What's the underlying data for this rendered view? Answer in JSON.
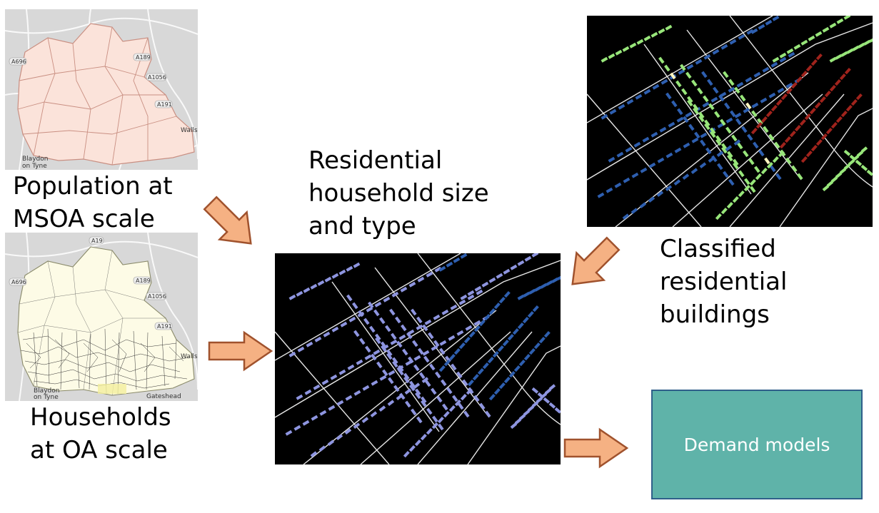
{
  "captions": {
    "population": [
      "Population at",
      "MSOA scale"
    ],
    "households": [
      "Households",
      "at OA scale"
    ],
    "residential": [
      "Residential",
      "household size",
      "and type"
    ],
    "classified": [
      "Classified",
      "residential",
      "buildings"
    ]
  },
  "demand_box": {
    "label": "Demand models"
  },
  "map_labels": {
    "blaydon": [
      "Blaydon",
      "on Tyne"
    ],
    "gateshead": "Gateshead",
    "wallsend": "Wallsen",
    "roads": [
      "A696",
      "A189",
      "A1056",
      "A191",
      "A19"
    ]
  },
  "colors": {
    "arrow_fill": "#f5b183",
    "arrow_stroke": "#a0522d",
    "demand_box_fill": "#5fb3a9",
    "demand_box_border": "#2f5f8a",
    "msoa_fill": "#fbe3da",
    "oa_fill": "#fdfbe6",
    "building_blue": "#2e5fb0",
    "building_lavender": "#8e95e0",
    "building_green": "#98e67a",
    "building_red": "#a0231c",
    "building_cream": "#fff7c0"
  }
}
